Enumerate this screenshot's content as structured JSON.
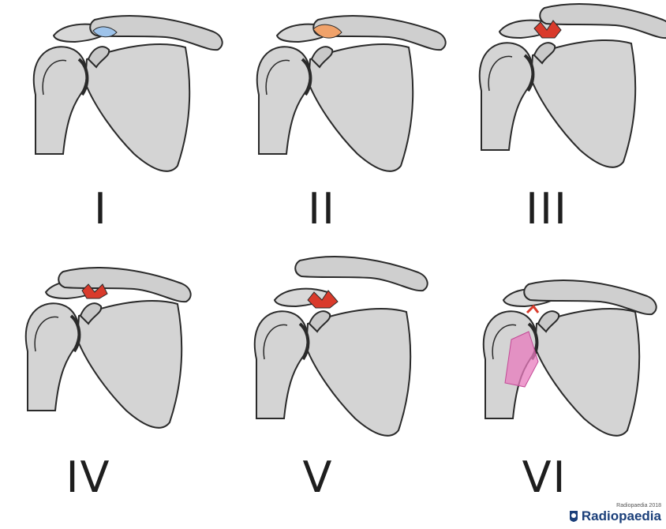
{
  "panels": [
    {
      "label": "I",
      "injury": "ligament-sprain",
      "color": "#9ec3ea"
    },
    {
      "label": "II",
      "injury": "partial-tear",
      "color": "#f0a26a"
    },
    {
      "label": "III",
      "injury": "complete-tear",
      "color": "#d93a2b"
    },
    {
      "label": "IV",
      "injury": "posterior-displacement",
      "color": "#d93a2b"
    },
    {
      "label": "V",
      "injury": "superior-displacement",
      "color": "#d93a2b"
    },
    {
      "label": "VI",
      "injury": "inferior-displacement",
      "color": "#e87bbd"
    }
  ],
  "colors": {
    "bone_fill": "#d4d4d4",
    "bone_stroke": "#2a2a2a",
    "clavicle_fill": "#cfcfcf"
  },
  "watermark": {
    "credit": "Radiopaedia 2018",
    "brand": "Radiopaedia"
  }
}
